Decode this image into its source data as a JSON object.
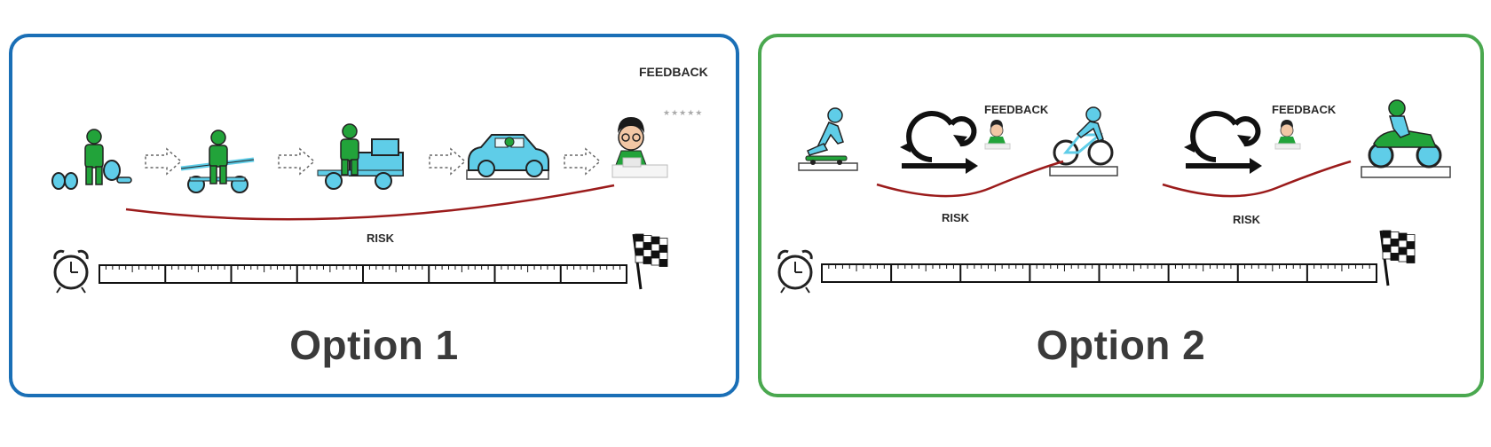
{
  "option1": {
    "title": "Option 1",
    "feedback_label": "FEEDBACK",
    "risk_label": "RISK",
    "rating": "★★★★★"
  },
  "option2": {
    "title": "Option 2",
    "feedback_label_1": "FEEDBACK",
    "feedback_label_2": "FEEDBACK",
    "risk_label_1": "RISK",
    "risk_label_2": "RISK"
  },
  "colors": {
    "option1_border": "#1a6fb6",
    "option2_border": "#4aa84f",
    "risk_curve": "#9b1b1b",
    "figure_green": "#22a33a",
    "vehicle_blue": "#5fcde8"
  }
}
